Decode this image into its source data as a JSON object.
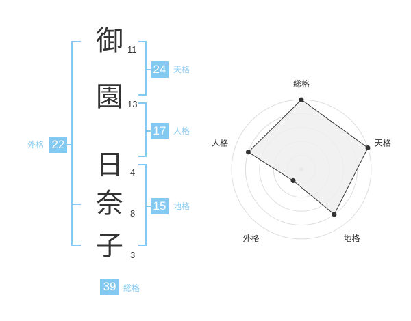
{
  "name": {
    "chars": [
      {
        "char": "御",
        "strokes": "11"
      },
      {
        "char": "園",
        "strokes": "13"
      },
      {
        "char": "日",
        "strokes": "4"
      },
      {
        "char": "奈",
        "strokes": "8"
      },
      {
        "char": "子",
        "strokes": "3"
      }
    ]
  },
  "fortunes": {
    "tenkaku": {
      "value": "24",
      "label": "天格"
    },
    "jinkaku": {
      "value": "17",
      "label": "人格"
    },
    "chikaku": {
      "value": "15",
      "label": "地格"
    },
    "gaikaku": {
      "value": "22",
      "label": "外格"
    },
    "soukaku": {
      "value": "39",
      "label": "総格"
    }
  },
  "chart_data": {
    "type": "radar",
    "axes": [
      "総格",
      "天格",
      "地格",
      "外格",
      "人格"
    ],
    "values": [
      5,
      5,
      4,
      1,
      4
    ],
    "max": 5,
    "rings": 5
  },
  "colors": {
    "accent": "#84c9f2",
    "text": "#333333",
    "grid": "#dddddd",
    "polygon_fill": "#eeeeee"
  }
}
